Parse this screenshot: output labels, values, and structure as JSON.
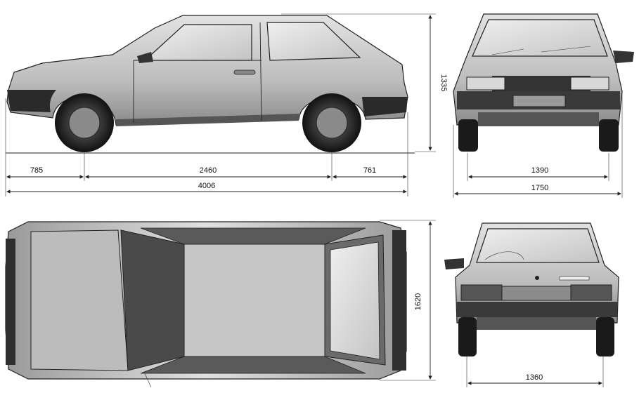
{
  "dimensions": {
    "front_overhang": "785",
    "wheelbase": "2460",
    "rear_overhang": "761",
    "overall_length": "4006",
    "height": "1335",
    "front_track": "1390",
    "overall_width": "1750",
    "body_width": "1620",
    "rear_track": "1360"
  },
  "views": [
    "side-view",
    "front-view",
    "top-view",
    "rear-view"
  ],
  "colors": {
    "ink": "#222222",
    "body": "#c9c9c9",
    "glass": "#dcdcdc",
    "tire": "#1a1a1a"
  }
}
